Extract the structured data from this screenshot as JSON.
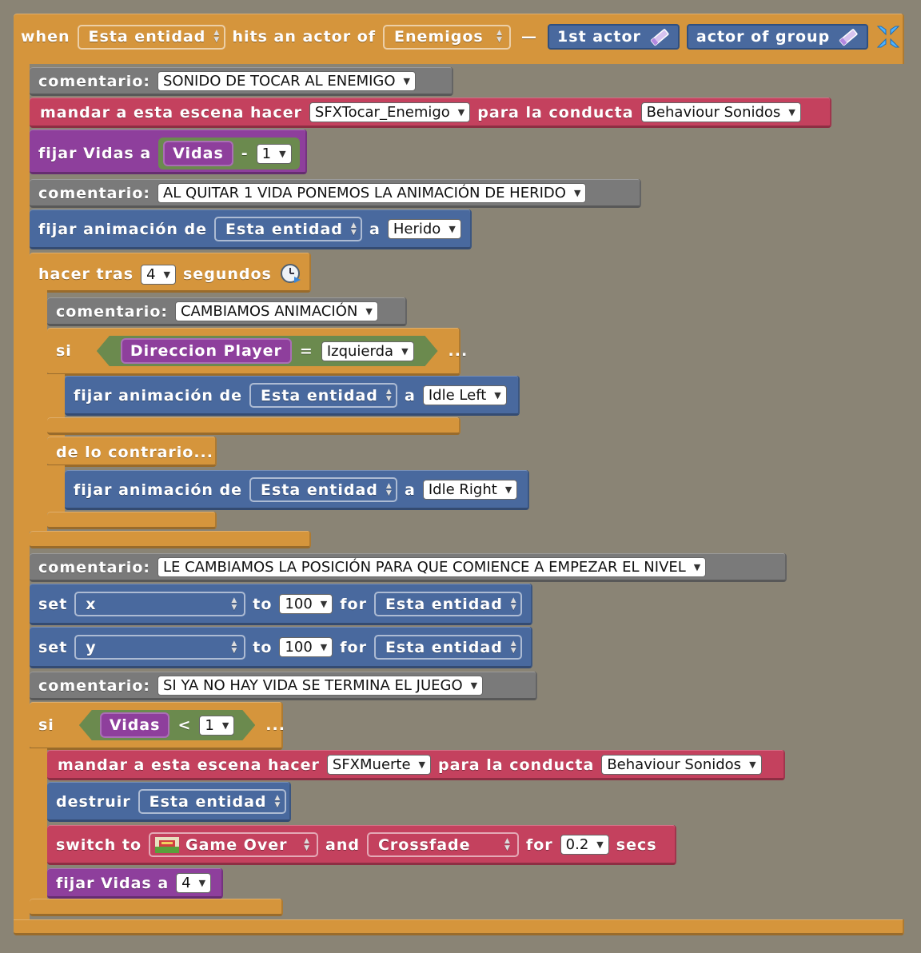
{
  "event": {
    "when": "when",
    "subject": "Esta entidad",
    "hits_label": "hits an actor of",
    "group": "Enemigos",
    "dash": "—",
    "first_actor": "1st actor",
    "actor_of_group": "actor of group"
  },
  "c1": {
    "label": "comentario:",
    "value": "SONIDO DE TOCAR AL ENEMIGO"
  },
  "send1": {
    "label": "mandar a esta escena hacer",
    "event": "SFXTocar_Enemigo",
    "mid": "para la conducta",
    "behaviour": "Behaviour Sonidos"
  },
  "setlives": {
    "label": "fijar Vidas a",
    "var": "Vidas",
    "op": "-",
    "value": "1"
  },
  "c2": {
    "label": "comentario:",
    "value": "AL QUITAR 1 VIDA PONEMOS LA ANIMACIÓN DE HERIDO"
  },
  "anim1": {
    "label": "fijar animación de",
    "target": "Esta entidad",
    "a": "a",
    "value": "Herido"
  },
  "after": {
    "label": "hacer tras",
    "value": "4",
    "unit": "segundos"
  },
  "c3": {
    "label": "comentario:",
    "value": "CAMBIAMOS ANIMACIÓN"
  },
  "if1": {
    "label": "si",
    "var": "Direccion Player",
    "op": "=",
    "value": "Izquierda",
    "more": "..."
  },
  "anim2": {
    "label": "fijar animación de",
    "target": "Esta entidad",
    "a": "a",
    "value": "Idle Left"
  },
  "else1": {
    "label": "de lo contrario..."
  },
  "anim3": {
    "label": "fijar animación de",
    "target": "Esta entidad",
    "a": "a",
    "value": "Idle Right"
  },
  "c4": {
    "label": "comentario:",
    "value": "LE CAMBIAMOS LA POSICIÓN PARA QUE COMIENCE A EMPEZAR EL NIVEL"
  },
  "setx": {
    "label": "set",
    "prop": "x",
    "to": "to",
    "value": "100",
    "for": "for",
    "target": "Esta entidad"
  },
  "sety": {
    "label": "set",
    "prop": "y",
    "to": "to",
    "value": "100",
    "for": "for",
    "target": "Esta entidad"
  },
  "c5": {
    "label": "comentario:",
    "value": "SI YA NO HAY VIDA SE TERMINA EL JUEGO"
  },
  "if2": {
    "label": "si",
    "var": "Vidas",
    "op": "<",
    "value": "1",
    "more": "..."
  },
  "send2": {
    "label": "mandar a esta escena hacer",
    "event": "SFXMuerte",
    "mid": "para la conducta",
    "behaviour": "Behaviour Sonidos"
  },
  "destroy": {
    "label": "destruir",
    "target": "Esta entidad"
  },
  "switch": {
    "label": "switch to",
    "scene": "Game Over",
    "and": "and",
    "transition": "Crossfade",
    "for": "for",
    "value": "0.2",
    "unit": "secs"
  },
  "setlives2": {
    "label": "fijar Vidas a",
    "value": "4"
  },
  "colors": {
    "event": "#d5953c",
    "comment": "#7a7a7a",
    "message": "#c4415e",
    "variable": "#8e3f9c",
    "actor": "#49699e",
    "condition": "#6b8a4e"
  }
}
